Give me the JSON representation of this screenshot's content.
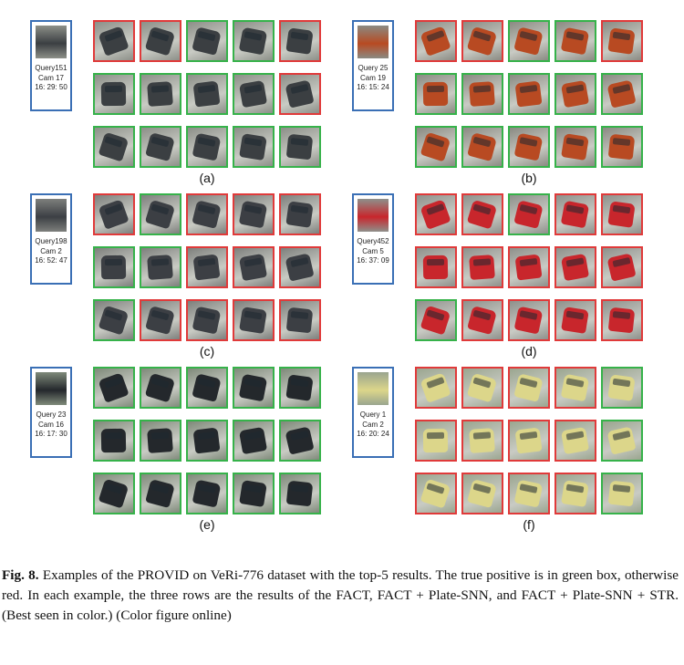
{
  "colors": {
    "positive": "#36b24a",
    "negative": "#e03a3a",
    "query": "#3a6fb5"
  },
  "panels": [
    {
      "id": "a",
      "label": "(a)",
      "query": [
        "Query151",
        "Cam 17",
        "16: 29: 50"
      ],
      "car": "#3b3f42",
      "bg": "#8c8f88",
      "rows": [
        [
          "neg",
          "neg",
          "pos",
          "pos",
          "neg"
        ],
        [
          "pos",
          "pos",
          "pos",
          "pos",
          "neg"
        ],
        [
          "pos",
          "pos",
          "pos",
          "pos",
          "pos"
        ]
      ]
    },
    {
      "id": "b",
      "label": "(b)",
      "query": [
        "Query 25",
        "Cam 19",
        "16: 15: 24"
      ],
      "car": "#b84a22",
      "bg": "#8a8a82",
      "rows": [
        [
          "neg",
          "neg",
          "pos",
          "pos",
          "neg"
        ],
        [
          "pos",
          "pos",
          "pos",
          "pos",
          "pos"
        ],
        [
          "pos",
          "pos",
          "pos",
          "pos",
          "pos"
        ]
      ]
    },
    {
      "id": "c",
      "label": "(c)",
      "query": [
        "Query198",
        "Cam 2",
        "16: 52: 47"
      ],
      "car": "#3c3f44",
      "bg": "#7d7f7c",
      "rows": [
        [
          "neg",
          "pos",
          "neg",
          "neg",
          "neg"
        ],
        [
          "pos",
          "pos",
          "neg",
          "neg",
          "neg"
        ],
        [
          "pos",
          "neg",
          "neg",
          "neg",
          "neg"
        ]
      ]
    },
    {
      "id": "d",
      "label": "(d)",
      "query": [
        "Query452",
        "Cam 5",
        "16: 37: 09"
      ],
      "car": "#c8262c",
      "bg": "#8e908b",
      "rows": [
        [
          "neg",
          "neg",
          "pos",
          "neg",
          "neg"
        ],
        [
          "neg",
          "neg",
          "neg",
          "neg",
          "neg"
        ],
        [
          "pos",
          "neg",
          "neg",
          "neg",
          "neg"
        ]
      ]
    },
    {
      "id": "e",
      "label": "(e)",
      "query": [
        "Query 23",
        "Cam 16",
        "16: 17: 30"
      ],
      "car": "#24282c",
      "bg": "#7f8a7a",
      "rows": [
        [
          "pos",
          "pos",
          "pos",
          "pos",
          "pos"
        ],
        [
          "pos",
          "pos",
          "pos",
          "pos",
          "pos"
        ],
        [
          "pos",
          "pos",
          "pos",
          "pos",
          "pos"
        ]
      ]
    },
    {
      "id": "f",
      "label": "(f)",
      "query": [
        "Query 1",
        "Cam 2",
        "16: 20: 24"
      ],
      "car": "#dcd68a",
      "bg": "#9aa58f",
      "rows": [
        [
          "neg",
          "neg",
          "neg",
          "neg",
          "pos"
        ],
        [
          "neg",
          "neg",
          "neg",
          "neg",
          "pos"
        ],
        [
          "neg",
          "neg",
          "neg",
          "neg",
          "pos"
        ]
      ]
    }
  ],
  "caption": {
    "lead": "Fig. 8.",
    "text": " Examples of the PROVID on VeRi-776 dataset with the top-5 results. The true positive is in green box, otherwise red. In each example, the three rows are the results of the FACT, FACT + Plate-SNN, and FACT + Plate-SNN + STR. (Best seen in color.) (Color figure online)"
  }
}
